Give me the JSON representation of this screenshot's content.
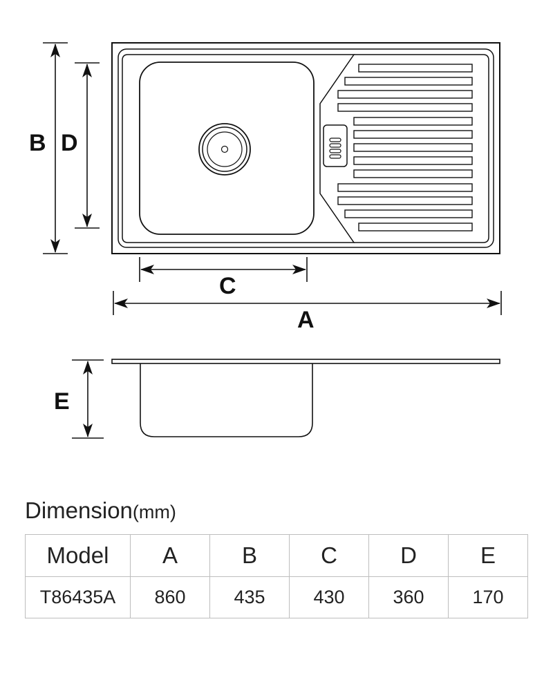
{
  "diagram": {
    "labels": {
      "A": "A",
      "B": "B",
      "C": "C",
      "D": "D",
      "E": "E"
    }
  },
  "dimension_title": {
    "text": "Dimension",
    "unit": "(mm)"
  },
  "table": {
    "headers": [
      "Model",
      "A",
      "B",
      "C",
      "D",
      "E"
    ],
    "rows": [
      [
        "T86435A",
        "860",
        "435",
        "430",
        "360",
        "170"
      ]
    ]
  }
}
